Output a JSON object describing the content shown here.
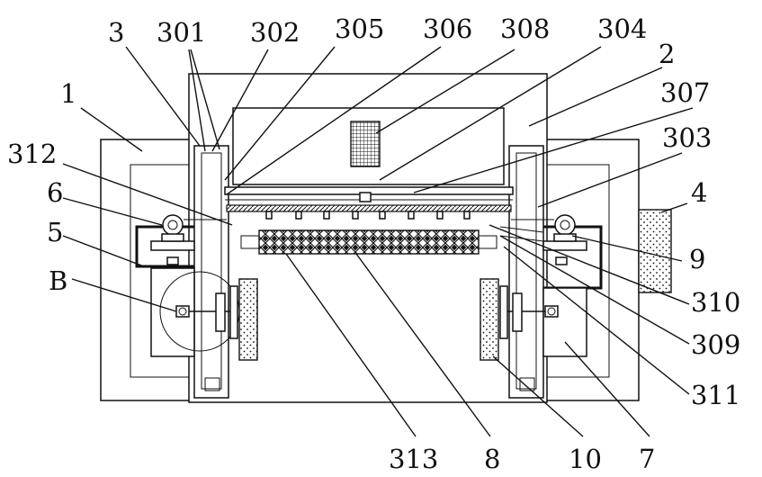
{
  "labels": [
    {
      "id": "l-3",
      "text": "3"
    },
    {
      "id": "l-301",
      "text": "301"
    },
    {
      "id": "l-302",
      "text": "302"
    },
    {
      "id": "l-305",
      "text": "305"
    },
    {
      "id": "l-306",
      "text": "306"
    },
    {
      "id": "l-308",
      "text": "308"
    },
    {
      "id": "l-304",
      "text": "304"
    },
    {
      "id": "l-2",
      "text": "2"
    },
    {
      "id": "l-307",
      "text": "307"
    },
    {
      "id": "l-1",
      "text": "1"
    },
    {
      "id": "l-303",
      "text": "303"
    },
    {
      "id": "l-312",
      "text": "312"
    },
    {
      "id": "l-4",
      "text": "4"
    },
    {
      "id": "l-6",
      "text": "6"
    },
    {
      "id": "l-5",
      "text": "5"
    },
    {
      "id": "l-9",
      "text": "9"
    },
    {
      "id": "l-B",
      "text": "B"
    },
    {
      "id": "l-310",
      "text": "310"
    },
    {
      "id": "l-309",
      "text": "309"
    },
    {
      "id": "l-311",
      "text": "311"
    },
    {
      "id": "l-313",
      "text": "313"
    },
    {
      "id": "l-8",
      "text": "8"
    },
    {
      "id": "l-10",
      "text": "10"
    },
    {
      "id": "l-7",
      "text": "7"
    }
  ]
}
